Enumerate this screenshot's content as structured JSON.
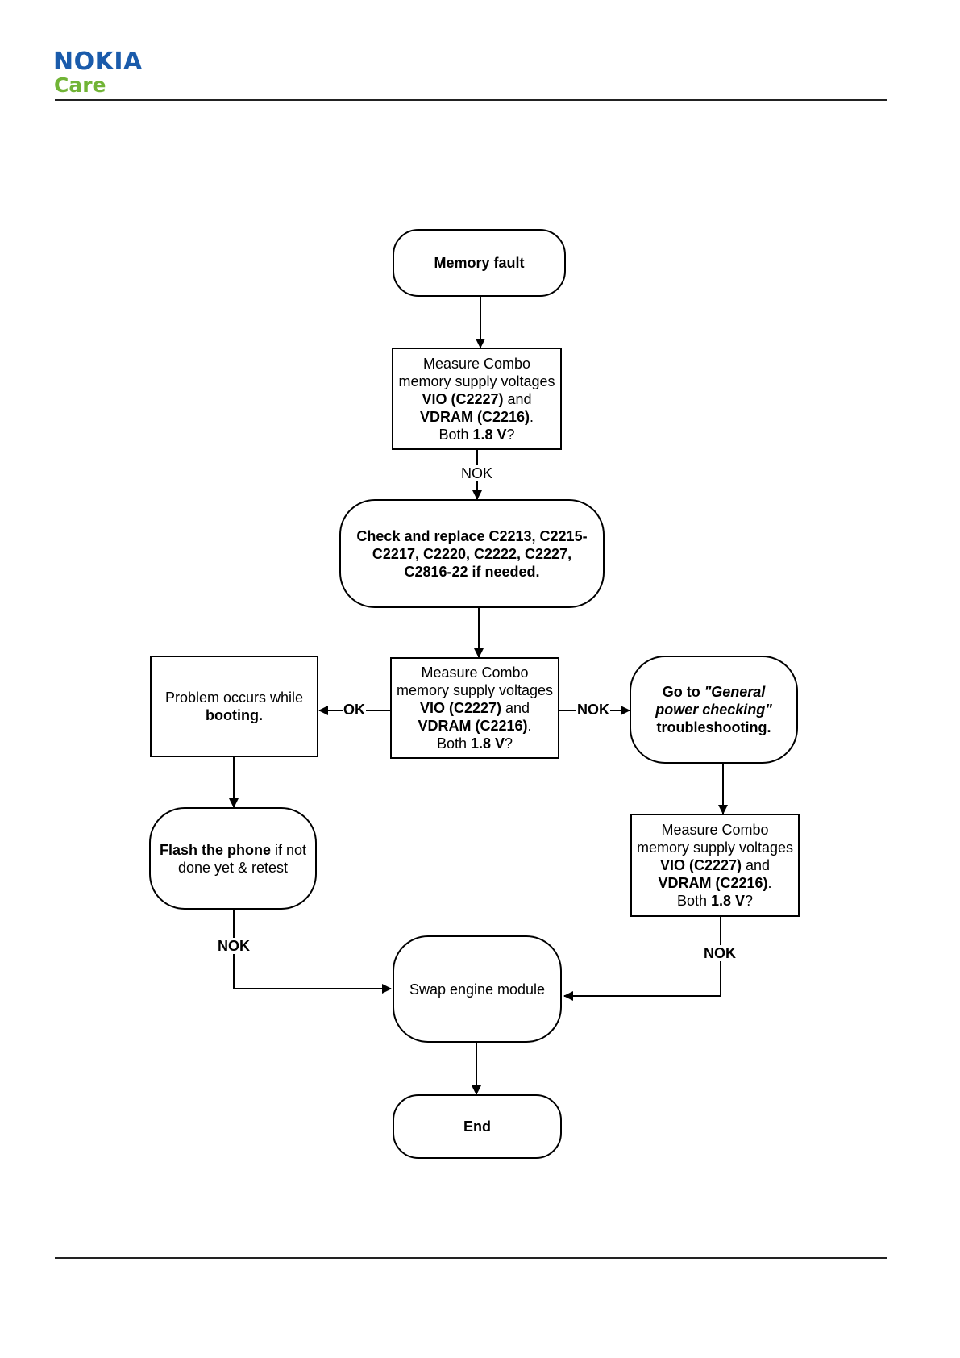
{
  "header": {
    "logo_brand": "NOKIA",
    "logo_sub": "Care"
  },
  "colors": {
    "nokia_blue": "#1a5bab",
    "care_green": "#71b436",
    "line": "#000000"
  },
  "flowchart": {
    "start": {
      "text": "Memory fault"
    },
    "measure1": {
      "line1": "Measure Combo",
      "line2": "memory supply voltages",
      "vio": "VIO (C2227)",
      "and": " and",
      "vdram": "VDRAM (C2216)",
      "dot": ".",
      "both": "Both ",
      "volt": "1.8 V",
      "q": "?"
    },
    "label_nok_1": "NOK",
    "check_replace": {
      "line1": "Check and replace C2213, C2215-",
      "line2": "C2217, C2220, C2222, C2227,",
      "line3": "C2816-22 if needed."
    },
    "measure2": {
      "line1": "Measure Combo",
      "line2": "memory supply voltages",
      "vio": "VIO (C2227)",
      "and": " and",
      "vdram": "VDRAM (C2216)",
      "dot": ".",
      "both": "Both ",
      "volt": "1.8 V",
      "q": "?"
    },
    "label_ok": "OK",
    "label_nok_2": "NOK",
    "problem_booting": {
      "line1": "Problem occurs while",
      "line2": "booting."
    },
    "general_power": {
      "goto": "Go to ",
      "ref1": "\"General",
      "ref2": "power checking\"",
      "line3": "troubleshooting."
    },
    "flash_phone": {
      "bold": "Flash the phone",
      "rest": " if not",
      "line2": "done yet & retest"
    },
    "measure3": {
      "line1": "Measure Combo",
      "line2": "memory supply voltages",
      "vio": "VIO (C2227)",
      "and": " and",
      "vdram": "VDRAM (C2216)",
      "dot": ".",
      "both": "Both ",
      "volt": "1.8 V",
      "q": "?"
    },
    "label_nok_3": "NOK",
    "label_nok_4": "NOK",
    "swap_engine": {
      "text": "Swap engine module"
    },
    "end": {
      "text": "End"
    }
  }
}
